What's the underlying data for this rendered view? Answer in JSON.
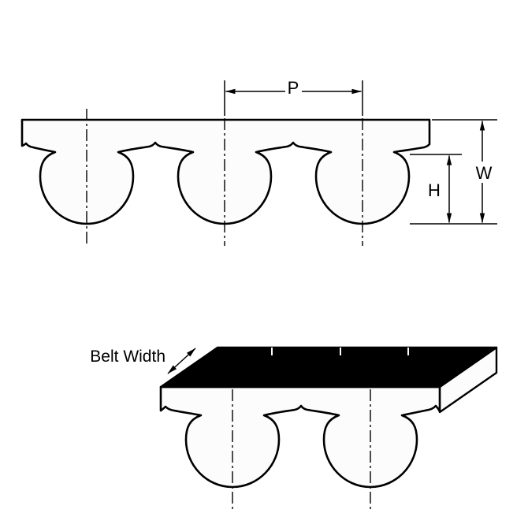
{
  "diagram": {
    "labels": {
      "pitch": "P",
      "overall_height": "W",
      "tooth_height": "H",
      "belt_width": "Belt Width"
    },
    "colors": {
      "line": "#000000",
      "top_surface": "#000000",
      "material_fill": "#fcfcfc",
      "background": "#ffffff"
    }
  }
}
